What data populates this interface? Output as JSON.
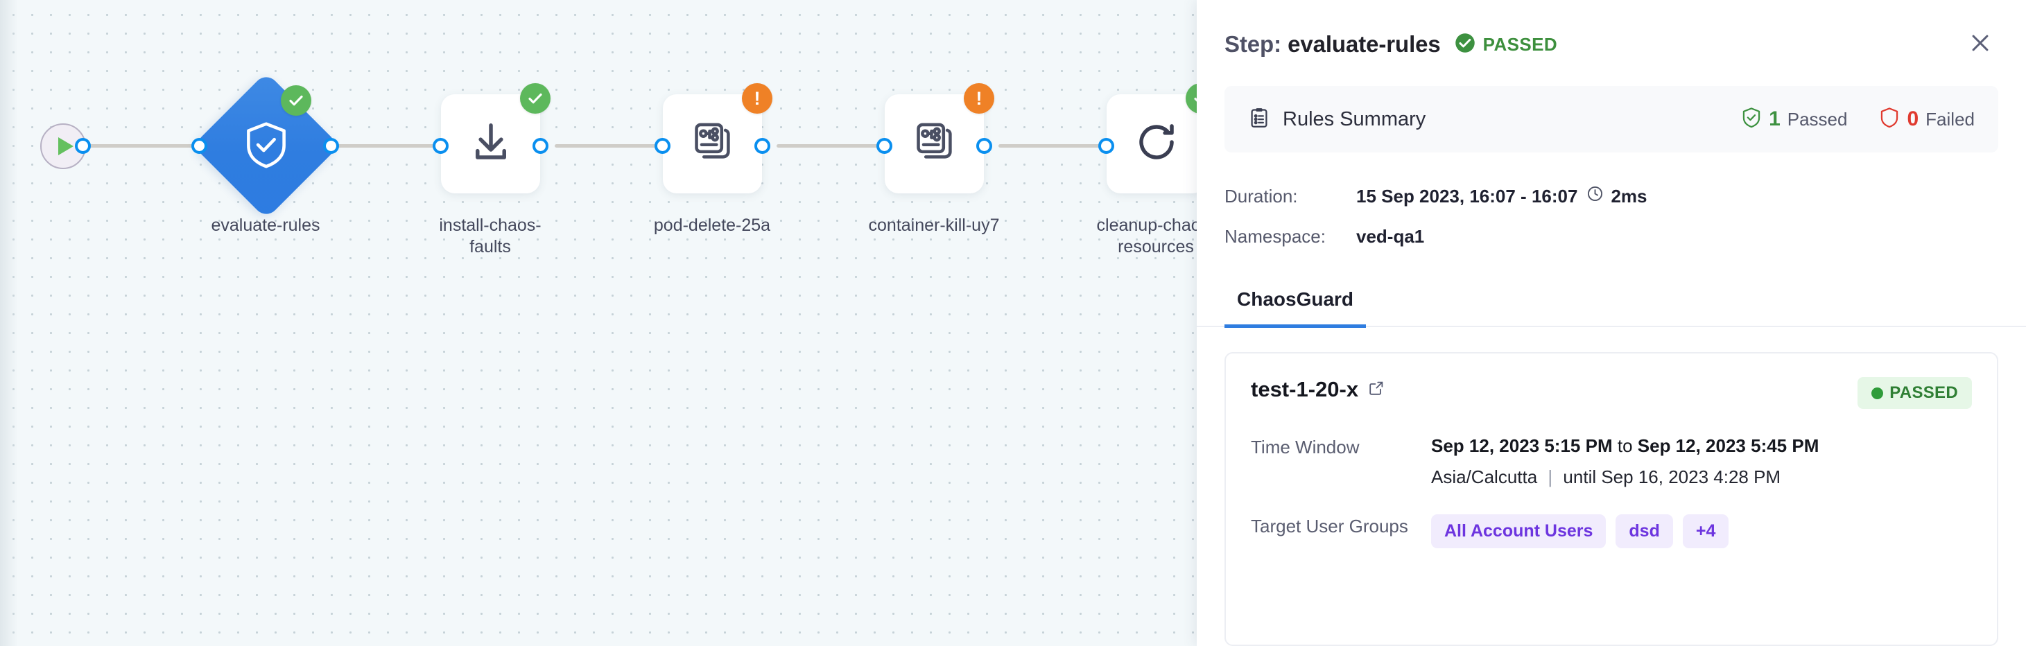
{
  "canvas": {
    "start_node": {
      "icon": "play-icon"
    },
    "nodes": [
      {
        "label": "evaluate-rules",
        "icon": "shield-check-icon",
        "shape": "diamond",
        "status": "ok",
        "status_icon": "check-circle-icon"
      },
      {
        "label": "install-chaos-\nfaults",
        "icon": "download-icon",
        "shape": "square",
        "status": "ok",
        "status_icon": "check-circle-icon"
      },
      {
        "label": "pod-delete-25a",
        "icon": "chaos-experiment-icon",
        "shape": "square",
        "status": "warn",
        "status_icon": "warning-circle-icon"
      },
      {
        "label": "container-kill-uy7",
        "icon": "chaos-experiment-icon",
        "shape": "square",
        "status": "warn",
        "status_icon": "warning-circle-icon"
      },
      {
        "label": "cleanup-chaos-\nresources",
        "icon": "refresh-icon",
        "shape": "square",
        "status": "ok",
        "status_icon": "check-circle-icon"
      }
    ]
  },
  "panel": {
    "title_label": "Step:",
    "title_value": "evaluate-rules",
    "status": "PASSED",
    "status_icon": "check-circle-icon",
    "close_icon": "close-icon",
    "summary": {
      "icon": "clipboard-icon",
      "title": "Rules Summary",
      "passed_count": "1",
      "passed_label": "Passed",
      "passed_icon": "shield-check-icon",
      "failed_count": "0",
      "failed_label": "Failed",
      "failed_icon": "shield-outline-icon"
    },
    "meta": {
      "duration_key": "Duration:",
      "duration_range": "15 Sep 2023, 16:07 - 16:07",
      "duration_icon": "clock-icon",
      "duration_value": "2ms",
      "namespace_key": "Namespace:",
      "namespace_value": "ved-qa1"
    },
    "tabs": [
      {
        "label": "ChaosGuard",
        "active": true
      }
    ],
    "test_card": {
      "name": "test-1-20-x",
      "external_link_icon": "external-link-icon",
      "status": "PASSED",
      "status_dot_color": "#2f9c3a",
      "time_window_key": "Time Window",
      "time_window_start": "Sep 12, 2023 5:15 PM",
      "time_window_to": "to",
      "time_window_end": "Sep 12, 2023 5:45 PM",
      "timezone": "Asia/Calcutta",
      "until_text": "until Sep 16, 2023 4:28 PM",
      "target_groups_key": "Target User Groups",
      "target_groups": [
        "All Account Users",
        "dsd",
        "+4"
      ]
    }
  },
  "colors": {
    "accent": "#2f7de0",
    "success": "#3d9140",
    "warning": "#ef8126",
    "danger": "#e03a2f",
    "chip": "#6d35df"
  }
}
